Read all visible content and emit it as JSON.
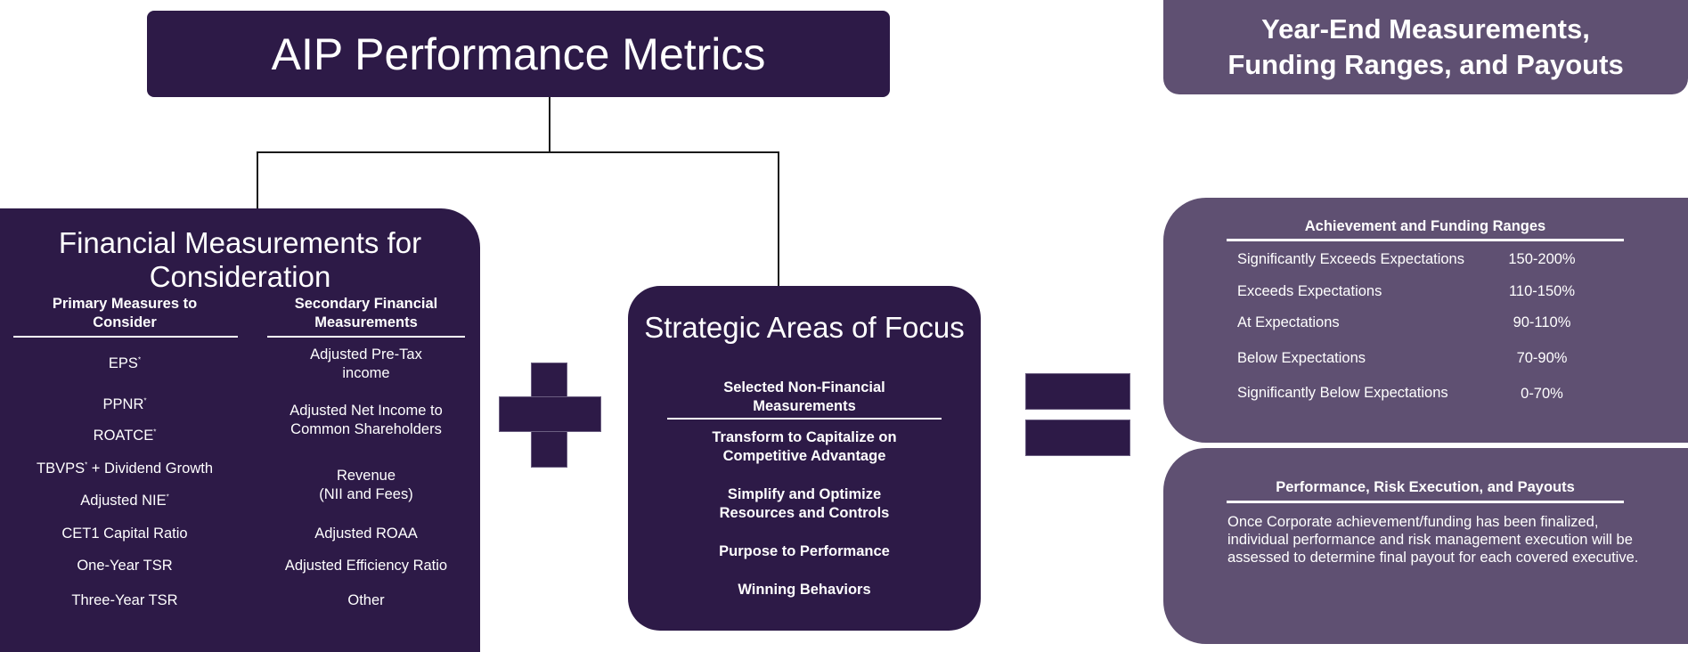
{
  "title": "AIP Performance Metrics",
  "year_end": {
    "line1": "Year-End Measurements,",
    "line2": "Funding Ranges, and Payouts"
  },
  "financial": {
    "title": "Financial Measurements for Consideration",
    "primary": {
      "header": "Primary Measures to Consider",
      "items": [
        "EPS",
        "PPNR",
        "ROATCE",
        "TBVPS",
        "Adjusted NIE",
        "CET1 Capital Ratio",
        "One-Year TSR",
        "Three-Year TSR"
      ],
      "tbvps_suffix": " + Dividend Growth",
      "footnote_mark": "*"
    },
    "secondary": {
      "header": "Secondary Financial Measurements",
      "items": [
        "Adjusted Pre-Tax income",
        "Adjusted Net Income to Common Shareholders",
        "Revenue",
        "(NII and Fees)",
        "Adjusted ROAA",
        "Adjusted Efficiency Ratio",
        "Other"
      ]
    }
  },
  "strategic": {
    "title": "Strategic Areas of Focus",
    "subtitle": "Selected Non-Financial Measurements",
    "items": [
      "Transform to Capitalize on Competitive Advantage",
      "Simplify and Optimize Resources and Controls",
      "Purpose to Performance",
      "Winning Behaviors"
    ]
  },
  "achievement": {
    "header": "Achievement and Funding Ranges",
    "rows": [
      {
        "label": "Significantly Exceeds Expectations",
        "value": "150-200%"
      },
      {
        "label": "Exceeds Expectations",
        "value": "110-150%"
      },
      {
        "label": "At Expectations",
        "value": "90-110%"
      },
      {
        "label": "Below Expectations",
        "value": "70-90%"
      },
      {
        "label": "Significantly Below Expectations",
        "value": "0-70%"
      }
    ]
  },
  "performance": {
    "header": "Performance, Risk Execution, and Payouts",
    "body": "Once Corporate achievement/funding has been finalized, individual performance and risk management execution will be assessed to determine final payout for each covered executive."
  },
  "colors": {
    "dark": "#2d1a47",
    "muted": "#5f5072"
  }
}
